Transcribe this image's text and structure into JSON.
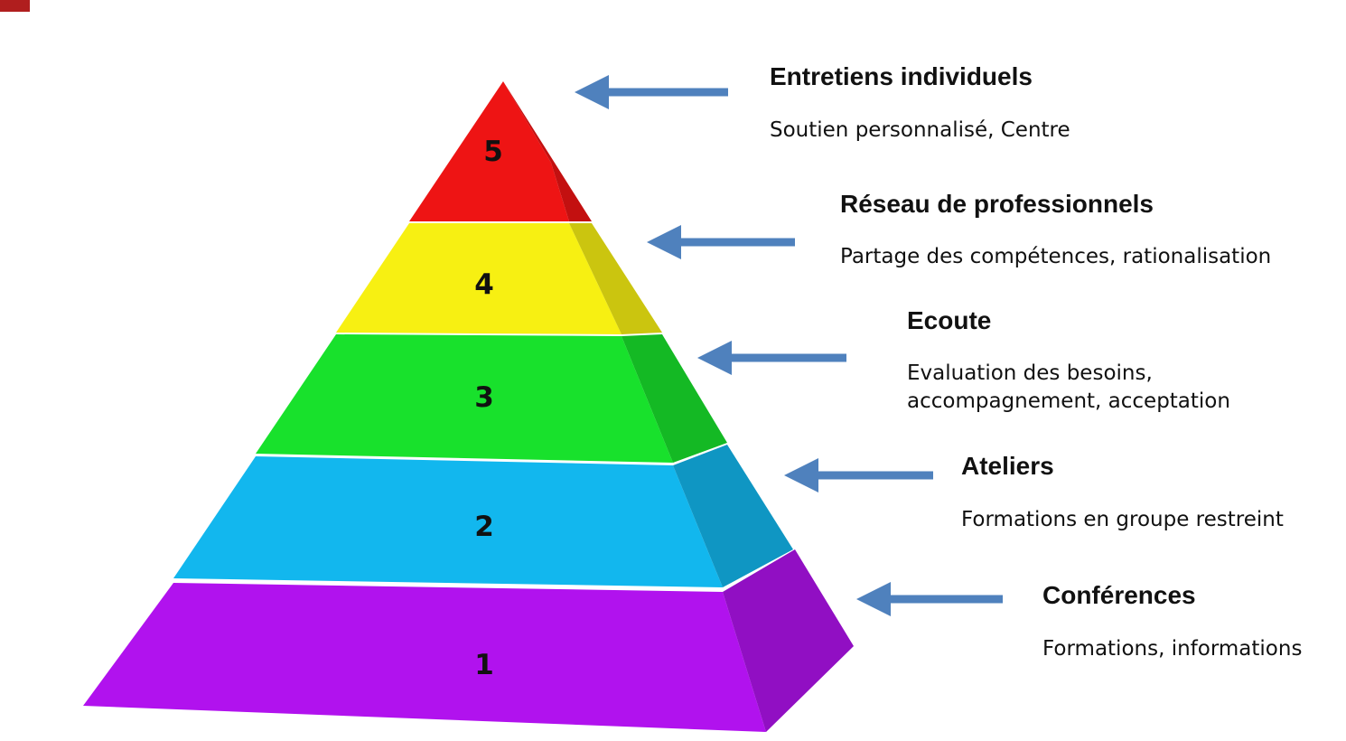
{
  "corner_mark_color": "#b01e1e",
  "arrow_color": "#4f81bd",
  "levels": [
    {
      "number": "1",
      "color": "#b112ee",
      "title": "Conférences",
      "description": [
        "Formations, informations"
      ]
    },
    {
      "number": "2",
      "color": "#12b7ee",
      "title": "Ateliers",
      "description": [
        "Formations en groupe restreint"
      ]
    },
    {
      "number": "3",
      "color": "#18e12c",
      "title": "Ecoute",
      "description": [
        "Evaluation des besoins,",
        "accompagnement, acceptation"
      ]
    },
    {
      "number": "4",
      "color": "#f7f012",
      "title": "Réseau de professionnels",
      "description": [
        "Partage des compétences, rationalisation"
      ]
    },
    {
      "number": "5",
      "color": "#ee1414",
      "title": "Entretiens individuels",
      "description": [
        "Soutien personnalisé, Centre"
      ]
    }
  ]
}
